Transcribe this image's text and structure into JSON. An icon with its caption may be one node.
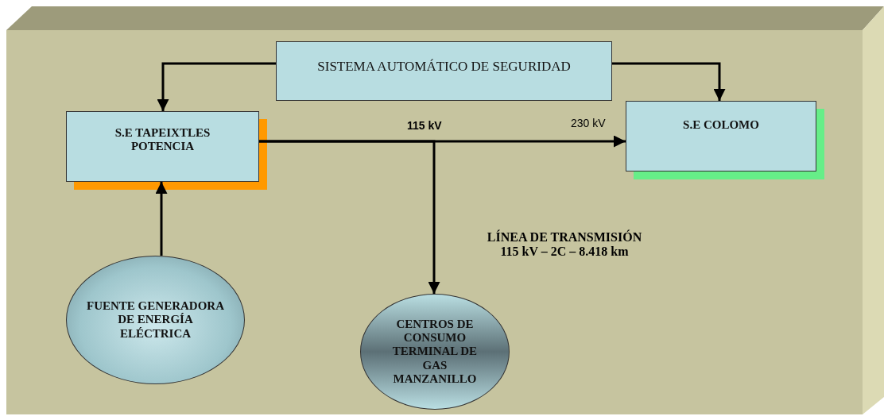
{
  "diagram": {
    "nodes": [
      {
        "text": [
          "SISTEMA AUTOMÁTICO DE SEGURIDAD"
        ]
      },
      {
        "text": [
          "S.E TAPEIXTLES POTENCIA"
        ]
      },
      {
        "text": [
          "S.E COLOMO"
        ]
      },
      {
        "text": [
          "FUENTE GENERADORA DE ENERGÍA ELÉCTRICA"
        ]
      },
      {
        "text": [
          "CENTROS DE CONSUMO TERMINAL DE GAS MANZANILLO"
        ]
      }
    ],
    "edges": [
      {
        "from": 0,
        "to": 1,
        "arrow": "to"
      },
      {
        "from": 0,
        "to": 2,
        "arrow": "to"
      },
      {
        "from": 1,
        "to": 2,
        "arrow": "to",
        "label": "115 kV"
      },
      {
        "from": 1,
        "to": 4,
        "arrow": "to"
      },
      {
        "from": 3,
        "to": 1,
        "arrow": "to"
      }
    ],
    "labels": [
      "230 kV",
      "LÍNEA DE TRANSMISIÓN 115 kV – 2C – 8.418 km"
    ]
  }
}
